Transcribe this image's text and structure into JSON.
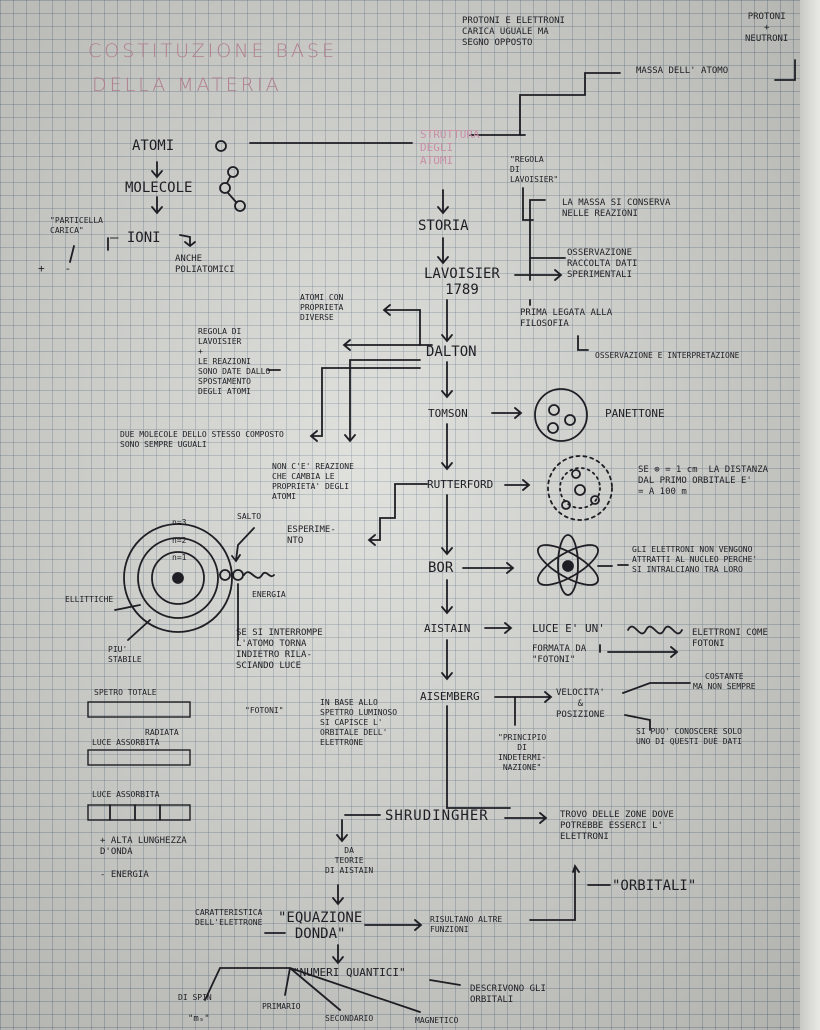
{
  "title": {
    "line1": "COSTITUZIONE BASE",
    "line2": "DELLA MATERIA"
  },
  "top": {
    "protons_note": "PROTONI E ELETTRONI\nCARICA UGUALE MA\nSEGNO OPPOSTO",
    "corner_note": "PROTONI\n+\nNEUTRONI",
    "mass": "MASSA DELL' ATOMO"
  },
  "left_branch": {
    "atomi": "ATOMI",
    "molecole": "MOLECOLE",
    "particella": "\"PARTICELLA\nCARICA\"",
    "ioni": "— IONI",
    "signs": "+   -",
    "anche": "ANCHE\nPOLIATOMICI"
  },
  "center": {
    "struttura": "STRUTTURA\nDEGLI\nATOMI",
    "storia": "STORIA",
    "lavoisier": "LAVOISIER\n1789",
    "dalton": "DALTON",
    "tomson": "TOMSON",
    "rutterford": "RUTTERFORD",
    "bor": "BOR",
    "aistain": "AISTAIN",
    "aisemberg": "AISEMBERG",
    "shrudingher": "SHRUDINGHER",
    "equazione": "\"EQUAZIONE\nDONDA\"",
    "numeri": "\"NUMERI QUANTICI\""
  },
  "lavoisier_notes": {
    "regola": "\"REGOLA\nDI\nLAVOISIER\"",
    "massa": "LA MASSA SI CONSERVA\nNELLE REAZIONI",
    "osservazione": "OSSERVAZIONE\nRACCOLTA DATI\nSPERIMENTALI",
    "prima": "PRIMA LEGATA ALLA\nFILOSOFIA",
    "osserv_interp": "OSSERVAZIONE E INTERPRETAZIONE"
  },
  "dalton_notes": {
    "atomi_con": "ATOMI CON\nPROPRIETA\nDIVERSE",
    "regola": "REGOLA DI\nLAVOISIER\n+\nLE REAZIONI\nSONO DATE DALLO\nSPOSTAMENTO\nDEGLI ATOMI",
    "due_molecole": "DUE MOLECOLE DELLO STESSO COMPOSTO\nSONO SEMPRE UGUALI",
    "non_ce": "NON C'E' REAZIONE\nCHE CAMBIA LE\nPROPRIETA' DEGLI\nATOMI"
  },
  "tomson_notes": {
    "panettone": "PANETTONE"
  },
  "rutterford_notes": {
    "distanza": "SE ⊕ = 1 cm  LA DISTANZA\nDAL PRIMO ORBITALE E'\n= A 100 m",
    "esperimento": "ESPERIME-\nNTO"
  },
  "bor_notes": {
    "elettroni": "GLI ELETTRONI NON VENGONO\nATTRATTI AL NUCLEO PERCHE'\nSI INTRALCIANO TRA LORO",
    "salto": "SALTO",
    "energia": "ENERGIA",
    "ellittiche": "ELLITTICHE",
    "piu_stabile": "PIU'\nSTABILE",
    "n1": "n=1",
    "n2": "n=2",
    "n3": "n=3",
    "se_si": "SE SI INTERROMPE\nL'ATOMO TORNA\nINDIETRO RILA-\nSCIANDO LUCE",
    "fotoni": "\"FOTONI\"",
    "in_base": "IN BASE ALLO\nSPETTRO LUMINOSO\nSI CAPISCE L'\nORBITALE DELL'\nELETTRONE"
  },
  "spectra": {
    "totale": "SPETRO TOTALE",
    "radiata": "RADIATA",
    "luce_assorbita_1": "LUCE ASSORBITA",
    "luce_assorbita_2": "LUCE ASSORBITA",
    "alta": "+ ALTA LUNGHEZZA\nD'ONDA",
    "energia": "- ENERGIA"
  },
  "aistain_notes": {
    "luce": "LUCE E' UN' ",
    "formata": "FORMATA DA\n\"FOTONI\"",
    "elettroni": "ELETTRONI COME\nFOTONI"
  },
  "aisemberg_notes": {
    "velocita": "VELOCITA'\n&\nPOSIZIONE",
    "costante": "COSTANTE\nMA NON SEMPRE",
    "principio": "\"PRINCIPIO\nDI\nINDETERMI-\nNAZIONE\"",
    "si_puo": "SI PUO' CONOSCERE SOLO\nUNO DI QUESTI DUE DATI"
  },
  "shrudingher_notes": {
    "trovo": "TROVO DELLE ZONE DOVE\nPOTREBBE ESSERCI L'\nELETTRONI",
    "orbitali": "\"ORBITALI\"",
    "da_teorie": "DA\nTEORIE\nDI AISTAIN",
    "caratteristica": "CARATTERISTICA\nDELL'ELETTRONE",
    "risultano": "RISULTANO ALTRE\nFUNZIONI",
    "descrivono": "DESCRIVONO GLI\nORBITALI",
    "di_spin": "DI SPIN",
    "ms": "\"mₛ\"",
    "primario": "PRIMARIO",
    "secondario": "SECONDARIO",
    "magnetico": "MAGNETICO"
  },
  "colors": {
    "ink": "#1e1e24",
    "title_pink": "#b07d8e",
    "label_pink": "#c98fa8",
    "paper": "#d7d8d3"
  }
}
